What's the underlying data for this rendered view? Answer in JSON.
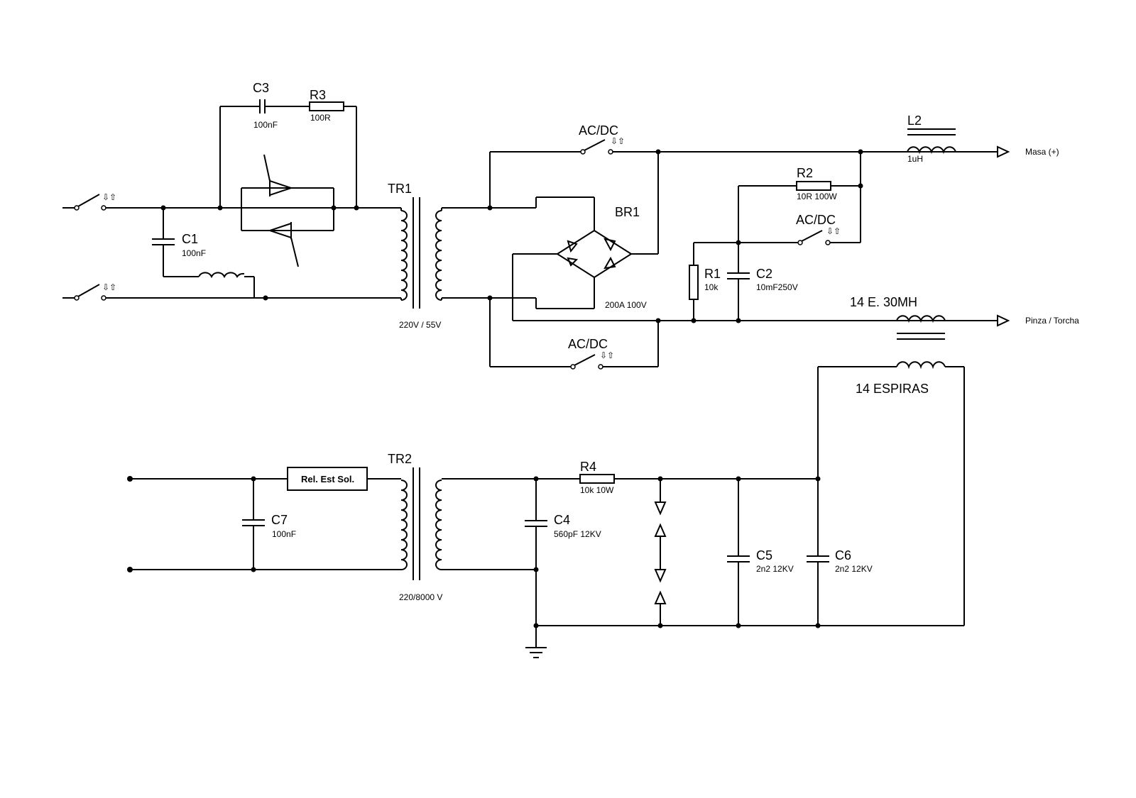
{
  "components": {
    "c3": {
      "ref": "C3",
      "value": "100nF"
    },
    "r3": {
      "ref": "R3",
      "value": "100R"
    },
    "c1": {
      "ref": "C1",
      "value": "100nF"
    },
    "tr1": {
      "ref": "TR1",
      "value": "220V / 55V"
    },
    "br1": {
      "ref": "BR1",
      "value": "200A 100V"
    },
    "sw_top": {
      "ref": "AC/DC"
    },
    "sw_mid": {
      "ref": "AC/DC"
    },
    "sw_bot": {
      "ref": "AC/DC"
    },
    "l2": {
      "ref": "L2",
      "value": "1uH"
    },
    "r2": {
      "ref": "R2",
      "value": "10R 100W"
    },
    "r1": {
      "ref": "R1",
      "value": "10k"
    },
    "c2": {
      "ref": "C2",
      "value": "10mF250V"
    },
    "hf_coil": {
      "ref": "14 E. 30MH",
      "secondary": "14 ESPIRAS"
    },
    "tr2": {
      "ref": "TR2",
      "value": "220/8000 V"
    },
    "relay": {
      "ref": "Rel. Est Sol."
    },
    "c7": {
      "ref": "C7",
      "value": "100nF"
    },
    "c4": {
      "ref": "C4",
      "value": "560pF 12KV"
    },
    "r4": {
      "ref": "R4",
      "value": "10k 10W"
    },
    "c5": {
      "ref": "C5",
      "value": "2n2 12KV"
    },
    "c6": {
      "ref": "C6",
      "value": "2n2 12KV"
    }
  },
  "terminals": {
    "masa": "Masa (+)",
    "pinza": "Pinza / Torcha"
  },
  "switch_symbol": "⇩⇧"
}
